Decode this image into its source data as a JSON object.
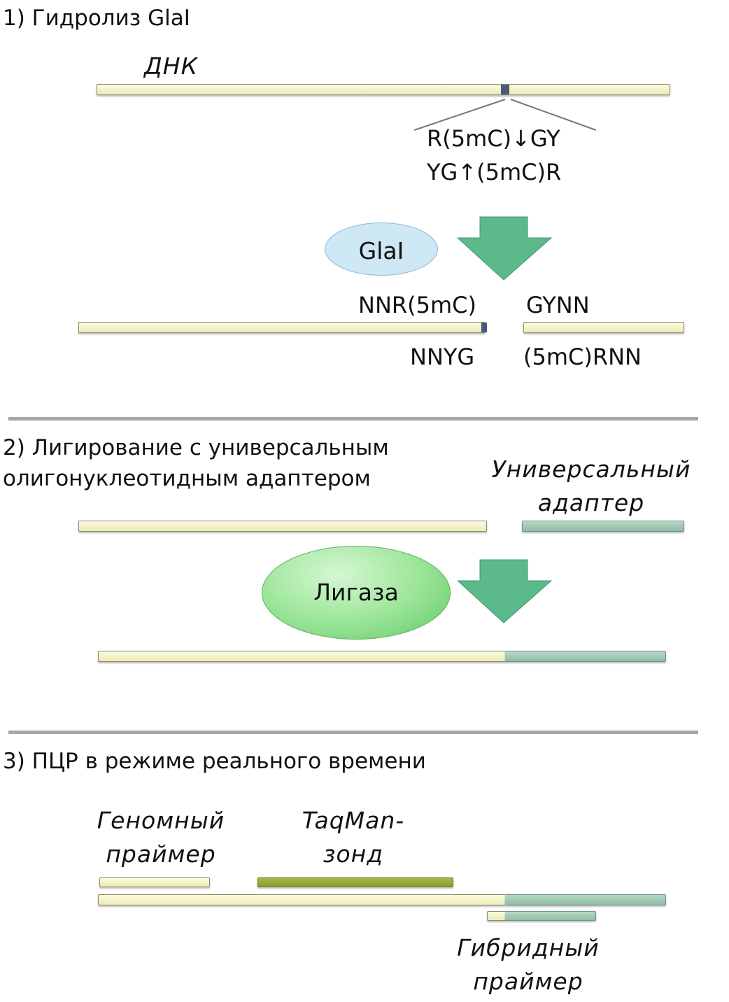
{
  "step1": {
    "heading": "1) Гидролиз GlaI",
    "dna_label": "ДНК",
    "site_top": "R(5mC)↓GY",
    "site_bottom": "YG↑(5mC)R",
    "enzyme": "GlaI",
    "left_top": "NNR(5mC)",
    "left_bottom": "NNYG",
    "right_top": "GYNN",
    "right_bottom": "(5mC)RNN"
  },
  "step2": {
    "heading_line1": "2) Лигирование с универсальным",
    "heading_line2": "олигонуклеотидным адаптером",
    "adapter_line1": "Универсальный",
    "adapter_line2": "адаптер",
    "enzyme": "Лигаза"
  },
  "step3": {
    "heading": "3) ПЦР в режиме реального времени",
    "genomic_primer_line1": "Геномный",
    "genomic_primer_line2": "праймер",
    "probe_line1": "TaqMan-",
    "probe_line2": "зонд",
    "hybrid_primer_line1": "Гибридный",
    "hybrid_primer_line2": "праймер"
  },
  "colors": {
    "dna": "#f3f2c8",
    "adapter": "#9cc5b0",
    "probe": "#98a63a",
    "arrow": "#5cb98c",
    "glai_ellipse": "#cfe8f5",
    "ligase_ellipse": "#8fe08f",
    "divider": "#a6a6a6"
  }
}
